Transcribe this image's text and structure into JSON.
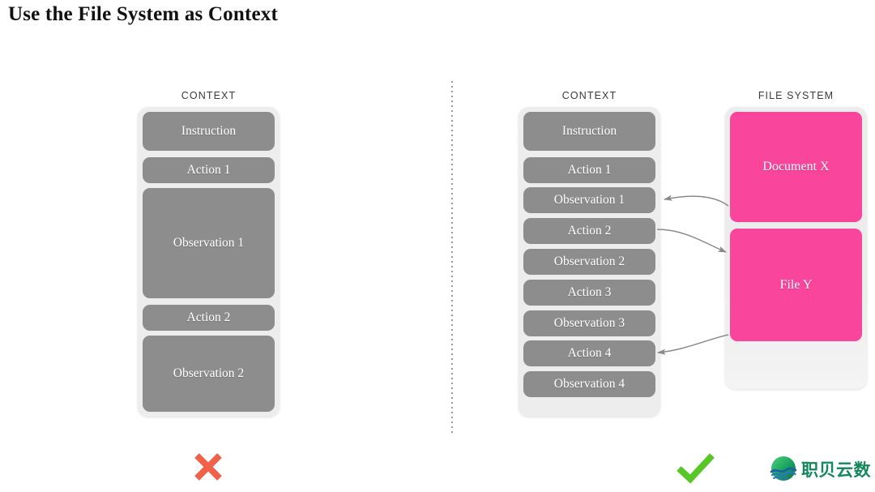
{
  "slide": {
    "title": "Use the File System as Context"
  },
  "left_example": {
    "heading": "CONTEXT",
    "verdict_icon": "cross-icon",
    "verdict_color": "#f2604a",
    "blocks": [
      {
        "label": "Instruction",
        "kind": "gray"
      },
      {
        "label": "Action 1",
        "kind": "gray"
      },
      {
        "label": "Observation 1",
        "kind": "gray"
      },
      {
        "label": "Action 2",
        "kind": "gray"
      },
      {
        "label": "Observation 2",
        "kind": "gray"
      }
    ]
  },
  "right_example": {
    "context_heading": "CONTEXT",
    "filesystem_heading": "FILE SYSTEM",
    "verdict_icon": "check-icon",
    "verdict_color": "#57c728",
    "context_blocks": [
      {
        "label": "Instruction",
        "kind": "gray"
      },
      {
        "label": "Action 1",
        "kind": "gray"
      },
      {
        "label": "Observation 1",
        "kind": "gray"
      },
      {
        "label": "Action 2",
        "kind": "gray"
      },
      {
        "label": "Observation 2",
        "kind": "gray"
      },
      {
        "label": "Action 3",
        "kind": "gray"
      },
      {
        "label": "Observation 3",
        "kind": "gray"
      },
      {
        "label": "Action 4",
        "kind": "gray"
      },
      {
        "label": "Observation 4",
        "kind": "gray"
      }
    ],
    "filesystem_blocks": [
      {
        "label": "Document X",
        "kind": "pink"
      },
      {
        "label": "File Y",
        "kind": "pink"
      }
    ],
    "connectors": [
      {
        "from": "Document X",
        "to": "Observation 1",
        "direction": "to-context"
      },
      {
        "from": "Action 2",
        "to": "File Y",
        "direction": "to-filesystem"
      },
      {
        "from": "File Y",
        "to": "Action 4",
        "direction": "to-context"
      }
    ]
  },
  "colors": {
    "block_gray": "#8d8d8d",
    "block_pink": "#f9459c",
    "panel_background": "#ededed",
    "connector": "#8a8a8a",
    "brand_green": "#14875c",
    "brand_blue": "#1b5fa8"
  },
  "branding": {
    "logo_icon": "wave-globe-logo-icon",
    "name": "职贝云数"
  }
}
